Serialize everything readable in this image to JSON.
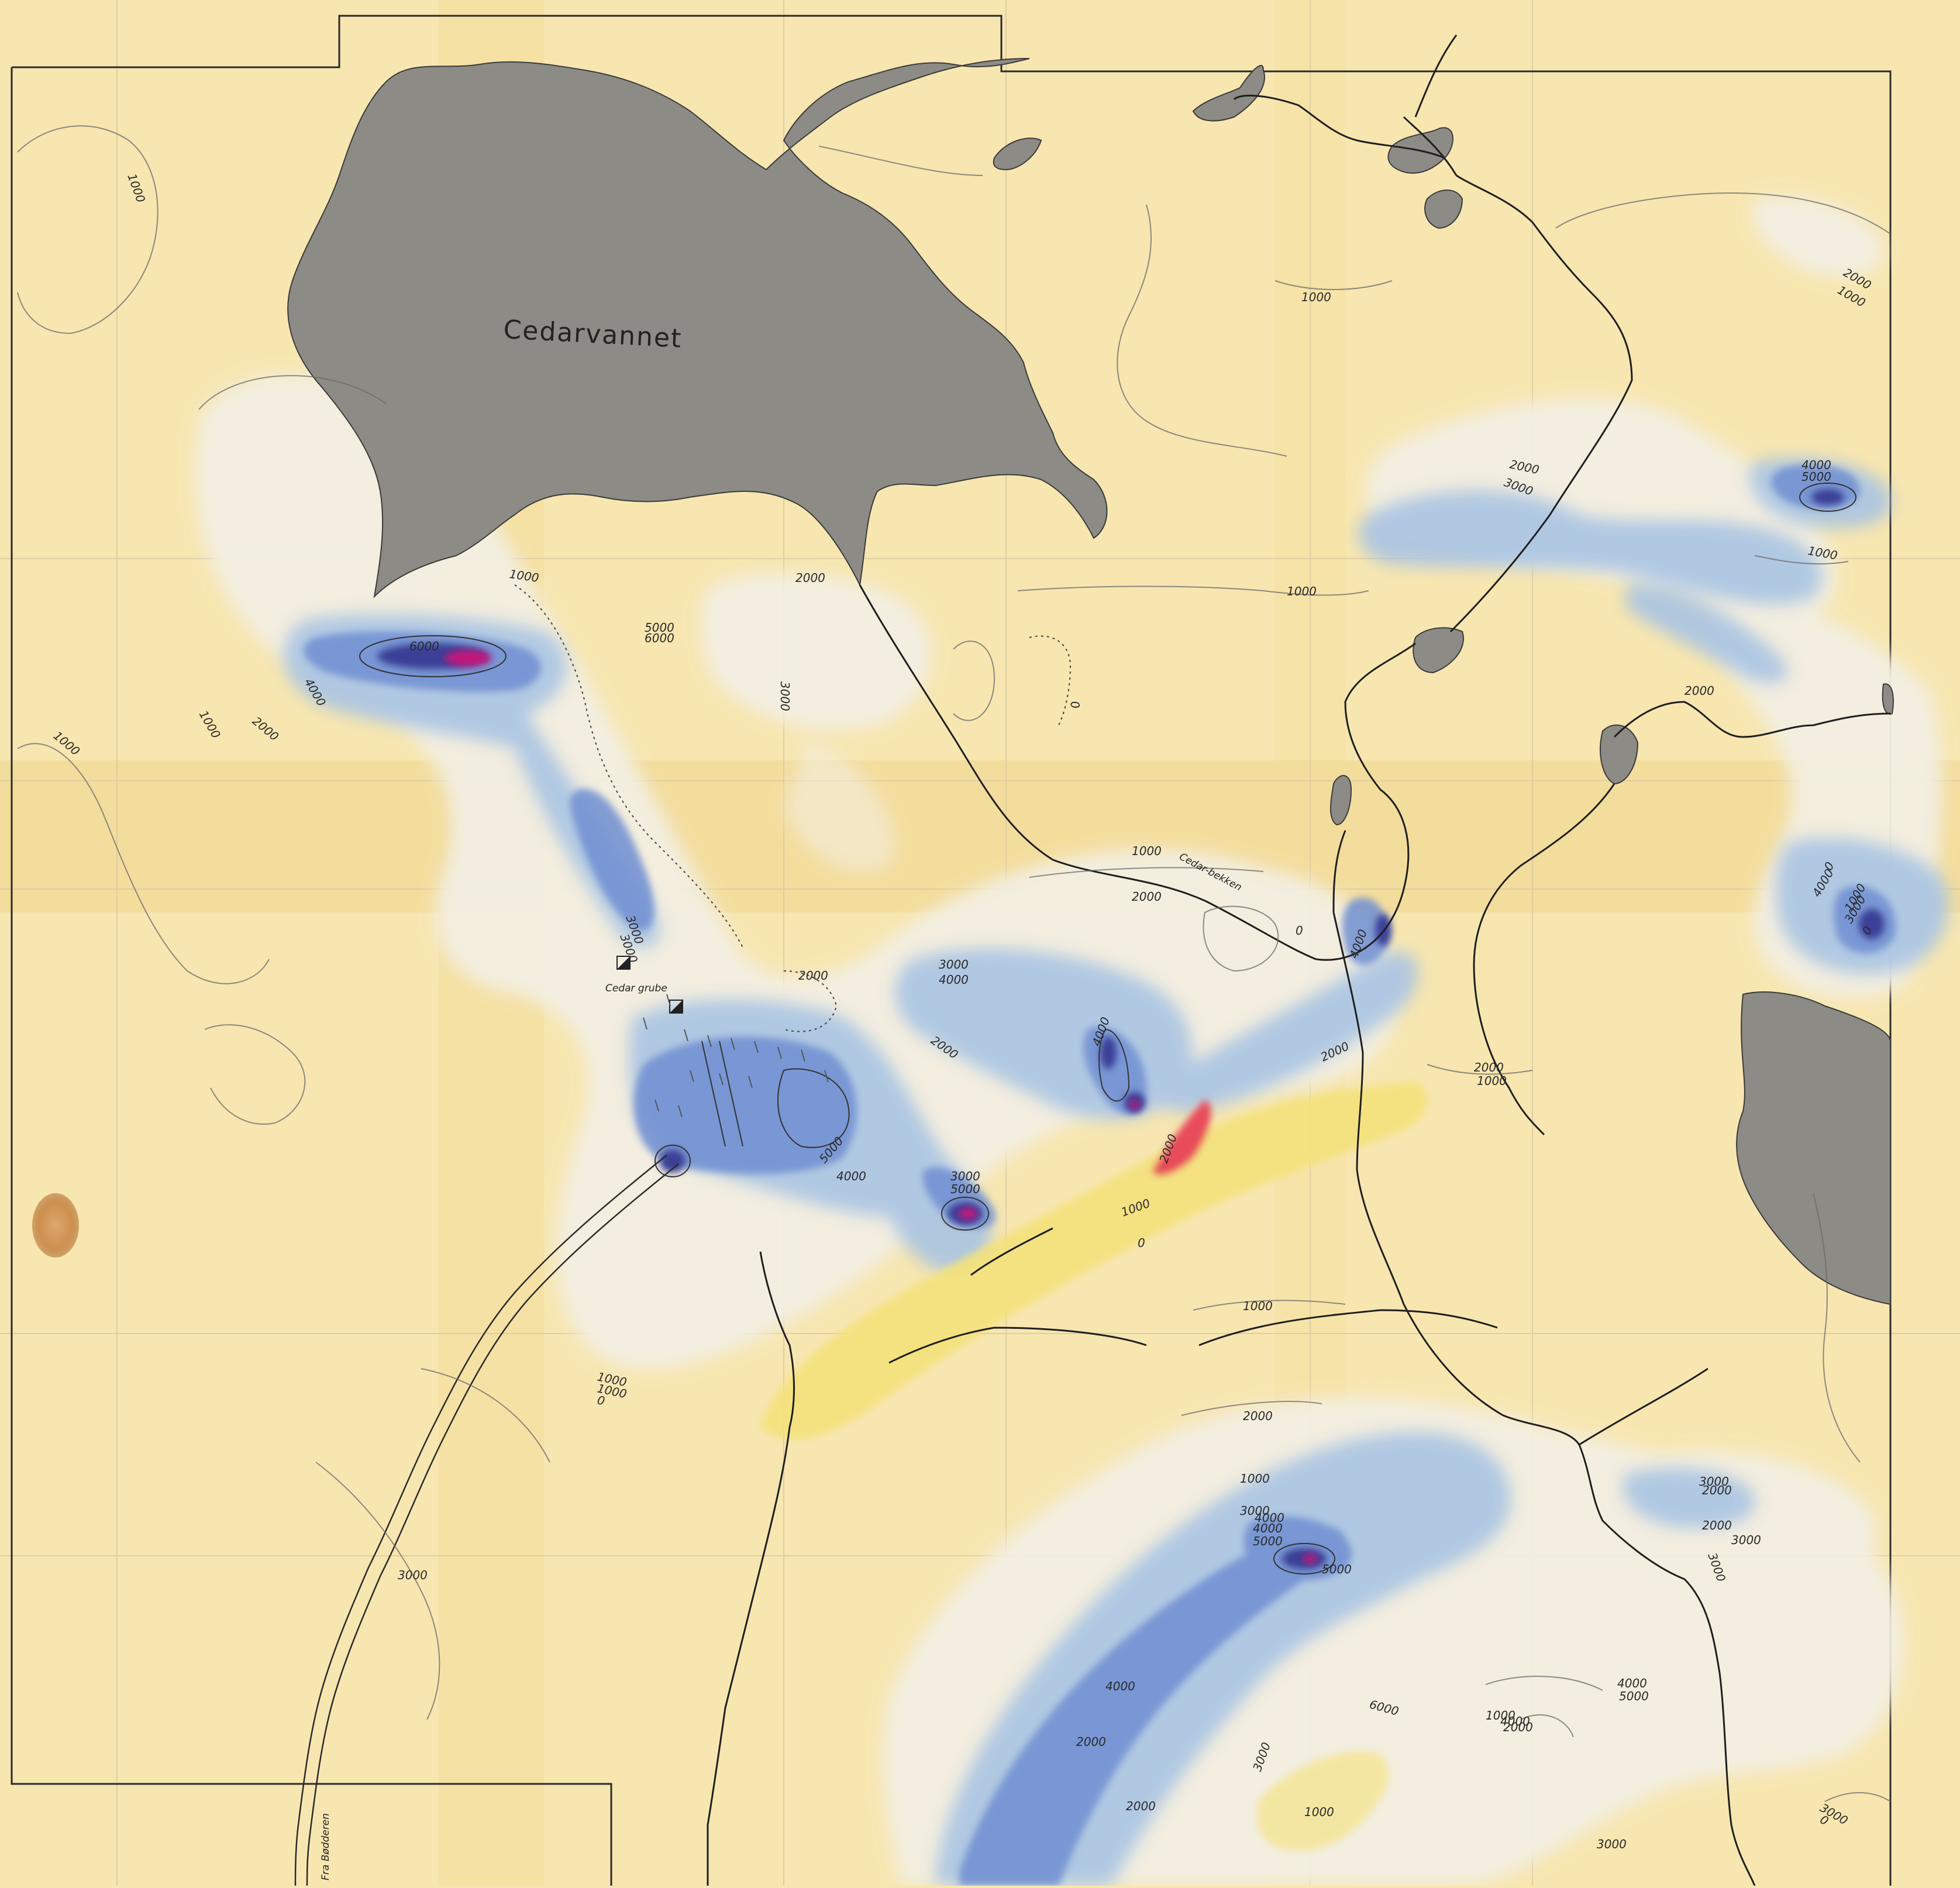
{
  "map": {
    "lake_name": "Cedarvannet",
    "stream_name": "Cedar-bekken",
    "mine_name": "Cedar grube",
    "road_note": "Fra Bødderen"
  },
  "colors": {
    "paper": "#f7e6b0",
    "lake": "#8c8b85",
    "low_anomaly": "#f3efe2",
    "mid_anomaly": "#a9c4e3",
    "high_anomaly": "#6f8fd2",
    "peak_anomaly": "#3a3f96",
    "max_anomaly": "#c2187a",
    "negative_anomaly": "#f4e27c",
    "negative_peak": "#e84b5a"
  },
  "contour_labels": [
    {
      "id": "c1",
      "text": "1000"
    },
    {
      "id": "c2",
      "text": "1000"
    },
    {
      "id": "c3",
      "text": "2000"
    },
    {
      "id": "c4",
      "text": "1000"
    },
    {
      "id": "c5",
      "text": "1000"
    },
    {
      "id": "c6",
      "text": "2000"
    },
    {
      "id": "c7",
      "text": "3000"
    },
    {
      "id": "c8",
      "text": "4000"
    },
    {
      "id": "c9",
      "text": "1000"
    },
    {
      "id": "c10",
      "text": "2000"
    },
    {
      "id": "c11",
      "text": "1000"
    },
    {
      "id": "c12",
      "text": "1000"
    },
    {
      "id": "c13",
      "text": "2000"
    },
    {
      "id": "c14",
      "text": "3000"
    },
    {
      "id": "c15",
      "text": "4000"
    },
    {
      "id": "c16",
      "text": "5000"
    },
    {
      "id": "c17",
      "text": "1000"
    },
    {
      "id": "c18",
      "text": "2000"
    },
    {
      "id": "c19",
      "text": "1000"
    },
    {
      "id": "c20",
      "text": "2000"
    },
    {
      "id": "c21",
      "text": "3000"
    },
    {
      "id": "c22",
      "text": "0"
    },
    {
      "id": "c23",
      "text": "5000"
    },
    {
      "id": "c24",
      "text": "6000"
    },
    {
      "id": "c25",
      "text": "3000"
    },
    {
      "id": "c26",
      "text": "2000"
    },
    {
      "id": "c27",
      "text": "4000"
    },
    {
      "id": "c28",
      "text": "2000"
    },
    {
      "id": "c29",
      "text": "3000"
    },
    {
      "id": "c30",
      "text": "4000"
    },
    {
      "id": "c31",
      "text": "2000"
    },
    {
      "id": "c32",
      "text": "4000"
    },
    {
      "id": "c33",
      "text": "5000"
    },
    {
      "id": "c34",
      "text": "4000"
    },
    {
      "id": "c35",
      "text": "3000"
    },
    {
      "id": "c36",
      "text": "5000"
    },
    {
      "id": "c37",
      "text": "2000"
    },
    {
      "id": "c38",
      "text": "1000"
    },
    {
      "id": "c39",
      "text": "0"
    },
    {
      "id": "c40",
      "text": "1000"
    },
    {
      "id": "c41",
      "text": "2000"
    },
    {
      "id": "c42",
      "text": "1000"
    },
    {
      "id": "c43",
      "text": "1000"
    },
    {
      "id": "c44",
      "text": "0"
    },
    {
      "id": "c45",
      "text": "3000"
    },
    {
      "id": "c46",
      "text": "2000"
    },
    {
      "id": "c47",
      "text": "1000"
    },
    {
      "id": "c48",
      "text": "3000"
    },
    {
      "id": "c49",
      "text": "4000"
    },
    {
      "id": "c50",
      "text": "5000"
    },
    {
      "id": "c51",
      "text": "2000"
    },
    {
      "id": "c52",
      "text": "2000"
    },
    {
      "id": "c53",
      "text": "3000"
    },
    {
      "id": "c54",
      "text": "4000"
    },
    {
      "id": "c55",
      "text": "5000"
    },
    {
      "id": "c56",
      "text": "6000"
    },
    {
      "id": "c57",
      "text": "4000"
    },
    {
      "id": "c58",
      "text": "3000"
    },
    {
      "id": "c59",
      "text": "2000"
    },
    {
      "id": "c60",
      "text": "2000"
    },
    {
      "id": "c61",
      "text": "1000"
    },
    {
      "id": "c62",
      "text": "3000"
    },
    {
      "id": "c63",
      "text": "0"
    },
    {
      "id": "c64",
      "text": "3000"
    },
    {
      "id": "c65",
      "text": "4000"
    },
    {
      "id": "c66",
      "text": "3000"
    },
    {
      "id": "c67",
      "text": "0"
    },
    {
      "id": "c68",
      "text": "1000"
    },
    {
      "id": "c69",
      "text": "0"
    },
    {
      "id": "c70",
      "text": "2000"
    },
    {
      "id": "c71",
      "text": "1000"
    },
    {
      "id": "c72",
      "text": "3000"
    },
    {
      "id": "c73",
      "text": "4000"
    },
    {
      "id": "c74",
      "text": "5000"
    },
    {
      "id": "c75",
      "text": "4000"
    },
    {
      "id": "c76",
      "text": "3000"
    },
    {
      "id": "c77",
      "text": "6000"
    },
    {
      "id": "c78",
      "text": "1000"
    },
    {
      "id": "c79",
      "text": "0"
    }
  ]
}
